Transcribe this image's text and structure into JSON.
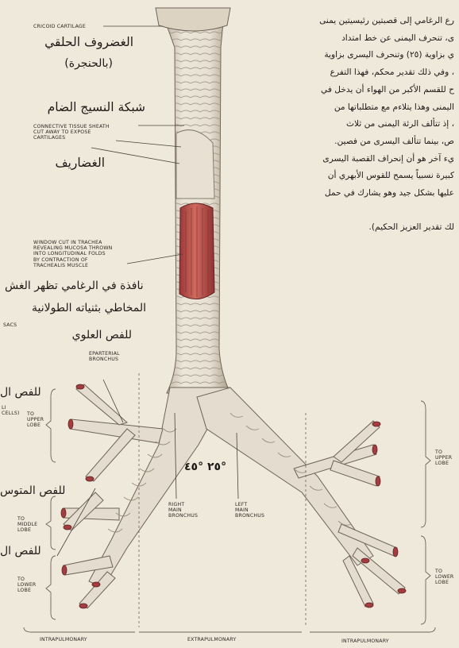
{
  "english_labels": {
    "cricoid": "CRICOID CARTILAGE",
    "connective": "CONNECTIVE TISSUE SHEATH\nCUT AWAY TO EXPOSE\nCARTILAGES",
    "window": "WINDOW CUT IN TRACHEA\nREVEALING MUCOSA THROWN\nINTO LONGITUDINAL FOLDS\nBY CONTRACTION OF\nTRACHEALIS MUSCLE",
    "sacs": "SACS",
    "eparterial": "EPARTERIAL\nBRONCHUS",
    "cells_upper": "LI\nCELLS)",
    "to_upper_left": "TO\nUPPER\nLOBE",
    "to_middle": "TO\nMIDDLE\nLOBE",
    "to_lower_left": "TO\nLOWER\nLOBE",
    "right_main": "RIGHT\nMAIN\nBRONCHUS",
    "left_main": "LEFT\nMAIN\nBRONCHUS",
    "to_upper_right": "TO\nUPPER\nLOBE",
    "to_lower_right": "TO\nLOWER\nLOBE",
    "intra_left": "INTRAPULMONARY",
    "extra": "EXTRAPULMONARY",
    "intra_right": "INTRAPULMONARY"
  },
  "arabic_labels": {
    "cricoid_title": "الغضروف الحلقي",
    "cricoid_sub": "(بالحنجرة)",
    "sheath": "شبكة النسيج الضام",
    "cartilages": "الغضاريف",
    "window_1": "نافذة في الرغامي تظهر الغش",
    "window_2": "المخاطي بثنياته الطولانية",
    "upper_lobe": "للفص العلوي",
    "left_upper_cut": "للفص ال",
    "middle_cut": "للفص المتوس",
    "lower_cut": "للفص ال",
    "angles": "°٢٥ °٤٥"
  },
  "paragraph": [
    "رع الرغامي إلى قصبتين رئيسيتين يمنى",
    "ى، تنحرف اليمنى عن خط امتداد",
    "ي بزاوية (٢٥) وتنحرف اليسرى بزاوية",
    "، وفي ذلك تقدير محكم، فهذا التفرع",
    "ح للقسم الأكبر من الهواء أن يدخل في",
    "اليمنى وهذا يتلاءم مع متطلباتها من",
    "، إذ تتألف الرئة اليمنى من ثلاث",
    "ص، بينما تتألف اليسرى من فصين.",
    "يء آخر هو أن إنحراف القصبة اليسرى",
    "كبيرة نسبياً يسمح للقوس الأبهري أن",
    "عليها بشكل جيد وهو يشارك في حمل",
    "",
    "لك تقدير العزيز الحكيم)."
  ],
  "colors": {
    "background": "#efe9dc",
    "tissue": "#e4ddd0",
    "tissue_shade": "#a89c8c",
    "mucosa": "#c0524a",
    "bronchus_tip": "#a43d40"
  }
}
